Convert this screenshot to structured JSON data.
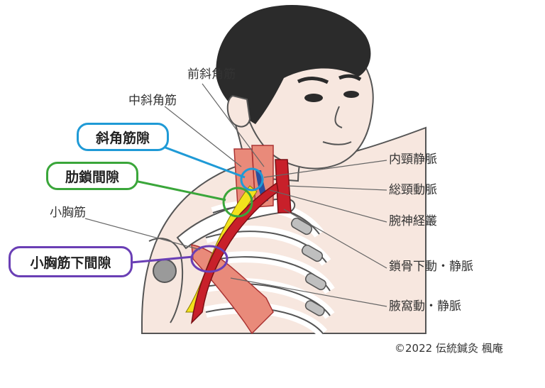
{
  "labels": {
    "anterior_scalene": "前斜角筋",
    "middle_scalene": "中斜角筋",
    "pectoralis_minor": "小胸筋",
    "internal_jugular_vein": "内頸静脈",
    "common_carotid_artery": "総頸動脈",
    "brachial_plexus": "腕神経叢",
    "subclavian_vessels": "鎖骨下動・静脈",
    "axillary_vessels": "腋窩動・静脈"
  },
  "highlight_boxes": {
    "scalene_gap": {
      "text": "斜角筋隙",
      "color": "#1f9ad6"
    },
    "costoclavicular_gap": {
      "text": "肋鎖間隙",
      "color": "#3aa63a"
    },
    "subpectoral_gap": {
      "text": "小胸筋下間隙",
      "color": "#6a3fb5"
    }
  },
  "colors": {
    "artery": "#c8202a",
    "vein": "#2c4f9e",
    "nerve": "#f2e21c",
    "muscle": "#e98a7a",
    "skin": "#f7e7df",
    "hair": "#2b2b2b",
    "bone": "#ffffff",
    "cartilage": "#bfbfbf"
  },
  "copyright": "©2022 伝統鍼灸 楓庵"
}
